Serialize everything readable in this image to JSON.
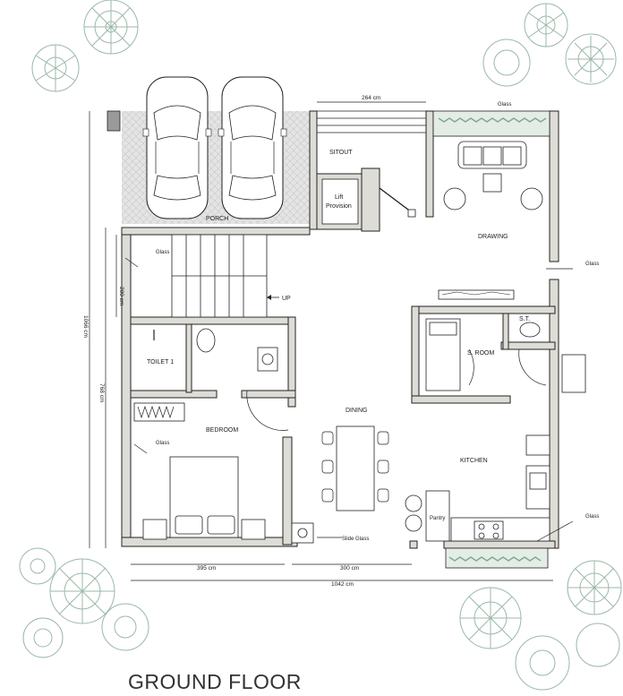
{
  "title": "GROUND FLOOR",
  "colors": {
    "wall_fill": "#dedcd6",
    "line": "#222222",
    "planting": "#9bb8a8",
    "paving": "#cfcfcf"
  },
  "rooms": {
    "porch": "PORCH",
    "sitout": "SITOUT",
    "lift": [
      "Lift",
      "Provision"
    ],
    "drawing": "DRAWING",
    "toilet": "TOILET 1",
    "bedroom": "BEDROOM",
    "dining": "DINING",
    "sroom": "S. ROOM",
    "st": "S.T.",
    "kitchen": "KITCHEN",
    "pantry": "Pantry",
    "up": "UP"
  },
  "annotations": {
    "glass_top": "Glass",
    "glass_stair": "Glass",
    "glass_right": "Glass",
    "glass_bedroom": "Glass",
    "glass_kitchen": "Glass",
    "slide_glass": "Slide Glass"
  },
  "dimensions": {
    "top": "264 cm",
    "stair": "200 cm",
    "overall_height": "1066 cm",
    "left_inner": "768 cm",
    "bottom_left": "395 cm",
    "bottom_mid": "300 cm",
    "overall_width": "1042 cm"
  }
}
